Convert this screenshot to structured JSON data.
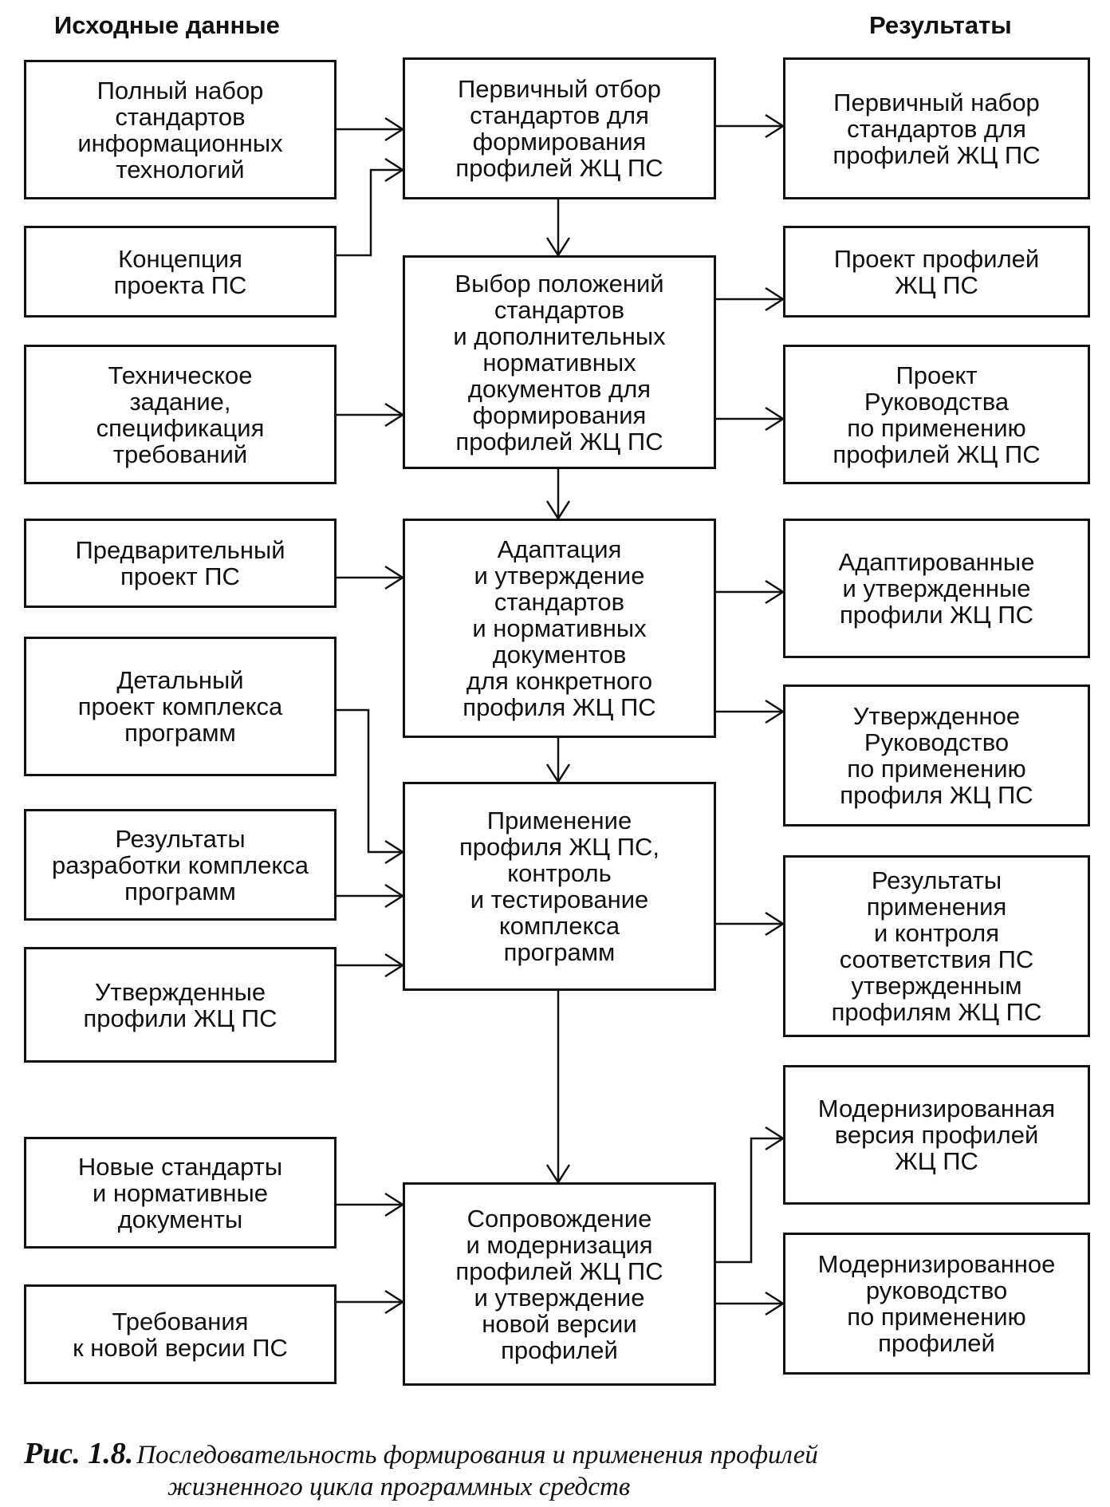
{
  "headers": {
    "inputs": "Исходные данные",
    "results": "Результаты"
  },
  "inputs": [
    {
      "lines": [
        "Полный набор",
        "стандартов",
        "информационных",
        "технологий"
      ]
    },
    {
      "lines": [
        "Концепция",
        "проекта ПС"
      ]
    },
    {
      "lines": [
        "Техническое",
        "задание,",
        "спецификация",
        "требований"
      ]
    },
    {
      "lines": [
        "Предварительный",
        "проект ПС"
      ]
    },
    {
      "lines": [
        "Детальный",
        "проект комплекса",
        "программ"
      ]
    },
    {
      "lines": [
        "Результаты",
        "разработки комплекса",
        "программ"
      ]
    },
    {
      "lines": [
        "Утвержденные",
        "профили ЖЦ ПС"
      ]
    },
    {
      "lines": [
        "Новые стандарты",
        "и нормативные",
        "документы"
      ]
    },
    {
      "lines": [
        "Требования",
        "к новой версии ПС"
      ]
    }
  ],
  "processes": [
    {
      "lines": [
        "Первичный отбор",
        "стандартов для",
        "формирования",
        "профилей ЖЦ ПС"
      ]
    },
    {
      "lines": [
        "Выбор положений",
        "стандартов",
        "и дополнительных",
        "нормативных",
        "документов для",
        "формирования",
        "профилей ЖЦ ПС"
      ]
    },
    {
      "lines": [
        "Адаптация",
        "и утверждение",
        "стандартов",
        "и нормативных",
        "документов",
        "для конкретного",
        "профиля ЖЦ ПС"
      ]
    },
    {
      "lines": [
        "Применение",
        "профиля ЖЦ ПС,",
        "контроль",
        "и тестирование",
        "комплекса",
        "программ"
      ]
    },
    {
      "lines": [
        "Сопровождение",
        "и модернизация",
        "профилей ЖЦ ПС",
        "и утверждение",
        "новой версии",
        "профилей"
      ]
    }
  ],
  "results": [
    {
      "lines": [
        "Первичный набор",
        "стандартов для",
        "профилей ЖЦ ПС"
      ]
    },
    {
      "lines": [
        "Проект профилей",
        "ЖЦ ПС"
      ]
    },
    {
      "lines": [
        "Проект",
        "Руководства",
        "по применению",
        "профилей ЖЦ ПС"
      ]
    },
    {
      "lines": [
        "Адаптированные",
        "и утвержденные",
        "профили ЖЦ ПС"
      ]
    },
    {
      "lines": [
        "Утвержденное",
        "Руководство",
        "по применению",
        "профиля ЖЦ ПС"
      ]
    },
    {
      "lines": [
        "Результаты",
        "применения",
        "и контроля",
        "соответствия ПС",
        "утвержденным",
        "профилям ЖЦ ПС"
      ]
    },
    {
      "lines": [
        "Модернизированная",
        "версия профилей",
        "ЖЦ ПС"
      ]
    },
    {
      "lines": [
        "Модернизированное",
        "руководство",
        "по применению",
        "профилей"
      ]
    }
  ],
  "caption": {
    "number": "Рис. 1.8.",
    "line1": "Последовательность формирования и применения профилей",
    "line2": "жизненного цикла программных средств"
  },
  "colors": {
    "ink": "#111111",
    "background": "#ffffff"
  }
}
